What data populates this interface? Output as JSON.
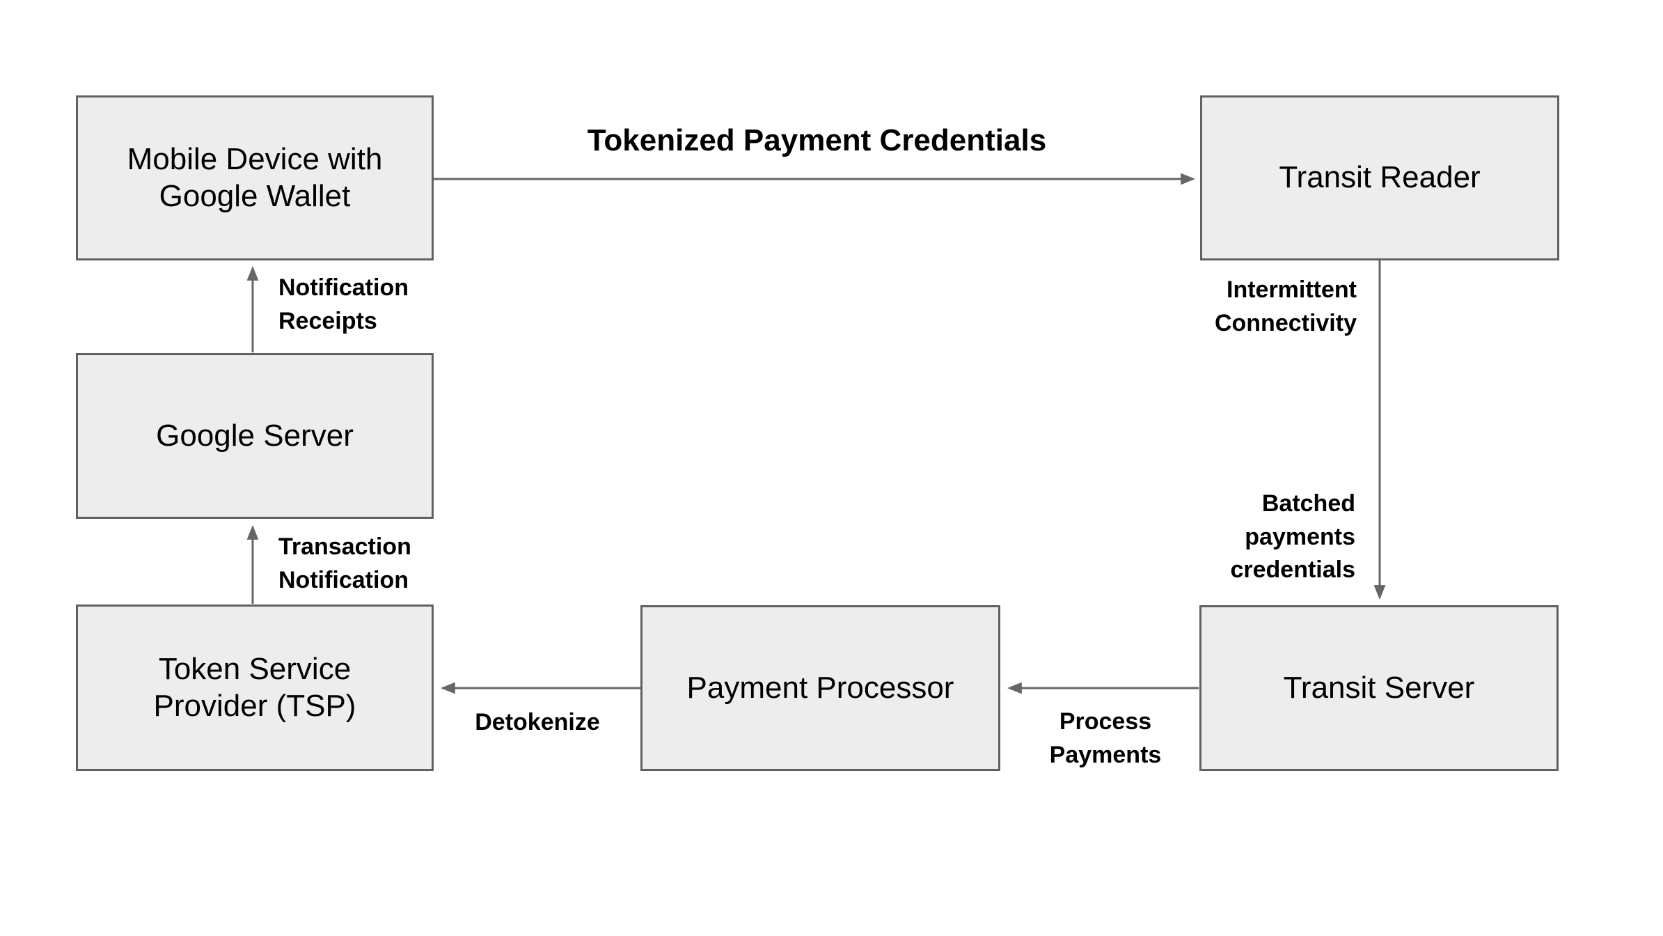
{
  "theme": {
    "background": "#ffffff",
    "node_fill": "#ededee",
    "node_border": "#5f6163",
    "arrow_color": "#666666",
    "node_text_color": "#000000",
    "label_text_color": "#000000"
  },
  "diagram": {
    "description": "Tokenized transit payment flow diagram",
    "nodes": [
      {
        "id": "mobile-device",
        "label": "Mobile Device with\nGoogle Wallet"
      },
      {
        "id": "transit-reader",
        "label": "Transit Reader"
      },
      {
        "id": "google-server",
        "label": "Google Server"
      },
      {
        "id": "token-service-provider",
        "label": "Token Service\nProvider (TSP)"
      },
      {
        "id": "payment-processor",
        "label": "Payment Processor"
      },
      {
        "id": "transit-server",
        "label": "Transit Server"
      }
    ],
    "edges": [
      {
        "id": "tokenized-credentials",
        "from": "mobile-device",
        "to": "transit-reader",
        "direction": "right",
        "label": "Tokenized Payment Credentials"
      },
      {
        "id": "reader-to-server",
        "from": "transit-reader",
        "to": "transit-server",
        "direction": "down",
        "label_top": "Intermittent\nConnectivity",
        "label_bottom": "Batched\npayments\ncredentials"
      },
      {
        "id": "notification-receipts",
        "from": "google-server",
        "to": "mobile-device",
        "direction": "up",
        "label": "Notification\nReceipts"
      },
      {
        "id": "transaction-notification",
        "from": "token-service-provider",
        "to": "google-server",
        "direction": "up",
        "label": "Transaction\nNotification"
      },
      {
        "id": "detokenize",
        "from": "payment-processor",
        "to": "token-service-provider",
        "direction": "left",
        "label": "Detokenize"
      },
      {
        "id": "process-payments",
        "from": "transit-server",
        "to": "payment-processor",
        "direction": "left",
        "label": "Process\nPayments"
      }
    ]
  }
}
